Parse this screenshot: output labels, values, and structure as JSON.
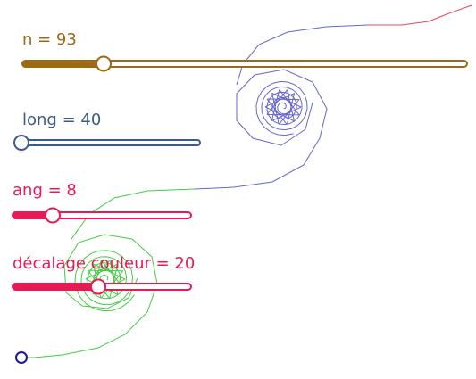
{
  "sliders": [
    {
      "id": "n",
      "label": "n = 93",
      "color": "#9c6a15",
      "fraction": 0.186
    },
    {
      "id": "long",
      "label": "long = 40",
      "color": "#3b5a85",
      "fraction": 0.0
    },
    {
      "id": "ang",
      "label": "ang = 8",
      "color": "#e81a55",
      "fraction": 0.22
    },
    {
      "id": "decalage",
      "label": "décalage couleur = 20",
      "color": "#e81a55",
      "fraction": 0.48
    }
  ],
  "drawing": {
    "start_point_color": "#1a1a99",
    "curve_colors": [
      "#44cc44",
      "#6666cc",
      "#ee4466"
    ]
  }
}
